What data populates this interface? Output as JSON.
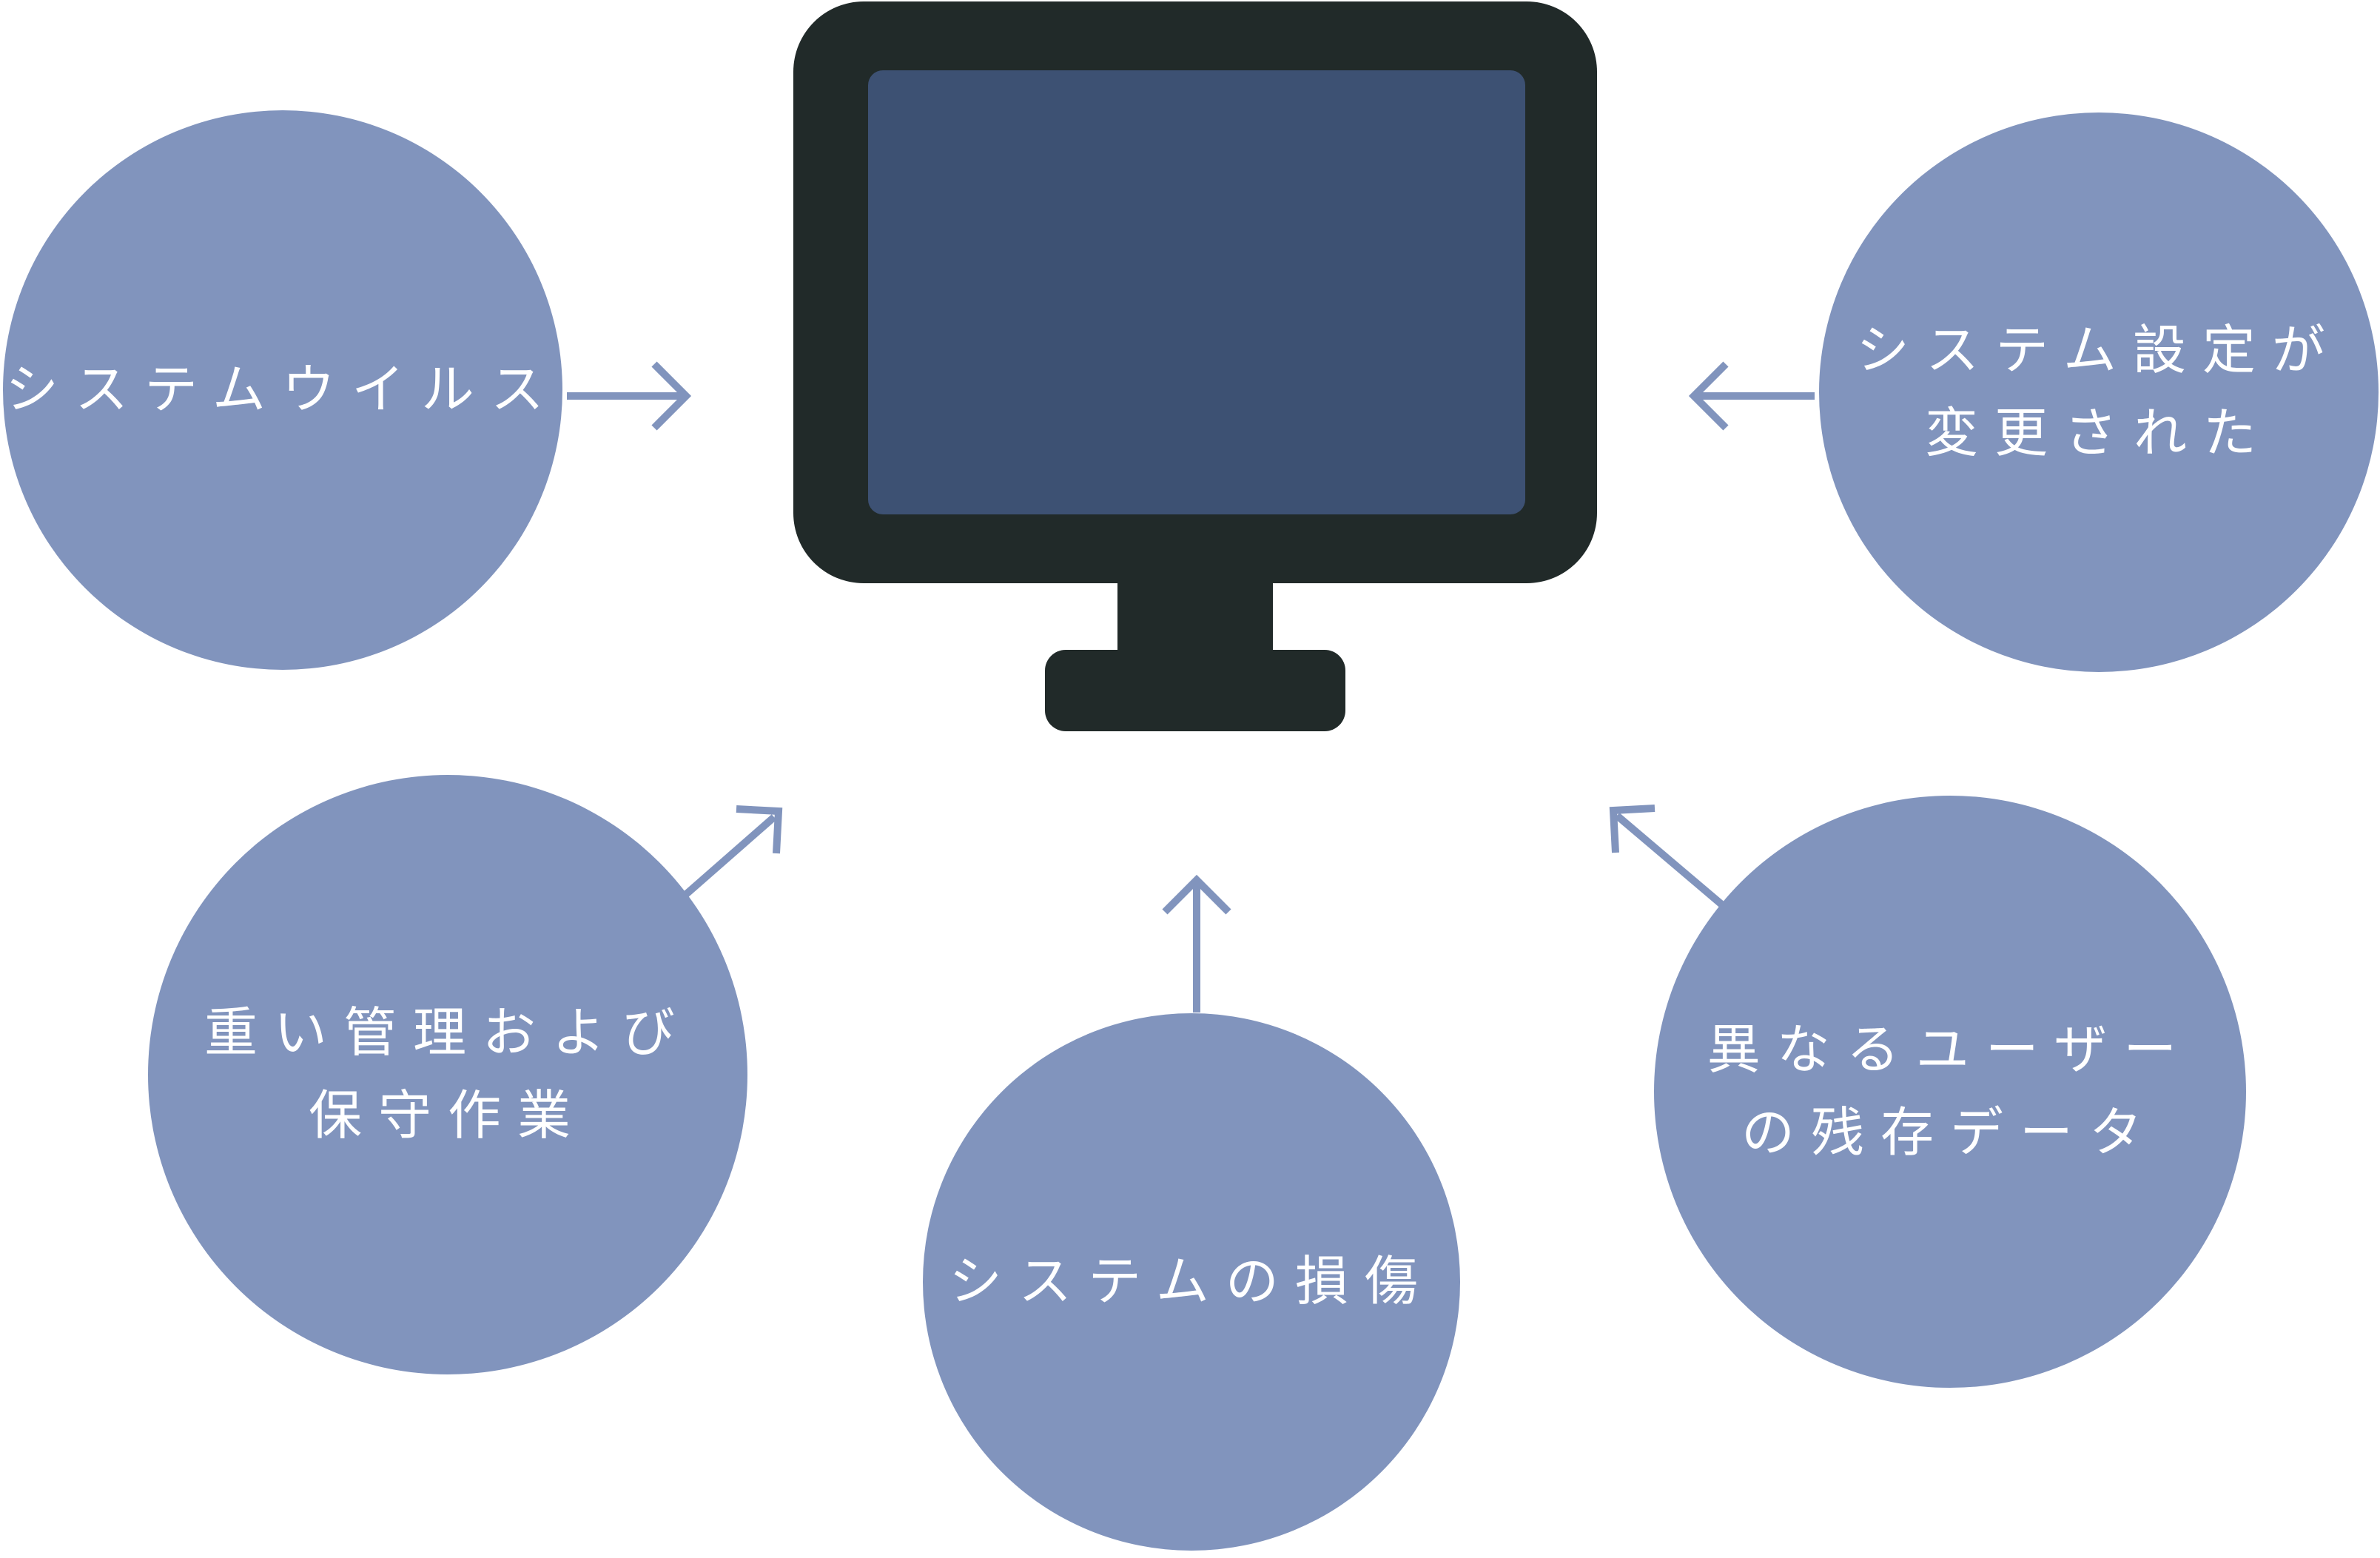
{
  "diagram": {
    "title_implicit": "",
    "center": {
      "icon": "monitor-icon"
    },
    "causes": [
      {
        "id": "system-virus",
        "position": "top-left",
        "label": "システムウイルス",
        "arrow_direction": "right"
      },
      {
        "id": "settings-changed",
        "position": "top-right",
        "label": "システム設定が\n変更された",
        "arrow_direction": "left"
      },
      {
        "id": "heavy-admin",
        "position": "bottom-left",
        "label": "重い管理および\n保守作業",
        "arrow_direction": "up-right"
      },
      {
        "id": "system-damage",
        "position": "bottom-center",
        "label": "システムの損傷",
        "arrow_direction": "up"
      },
      {
        "id": "residual-data",
        "position": "bottom-right",
        "label": "異なるユーザー\nの残存データ",
        "arrow_direction": "up-left"
      }
    ],
    "colors": {
      "circle": "#8194BD",
      "arrow": "#8194BD",
      "monitor_frame": "#212A29",
      "monitor_screen": "#3D5173",
      "text": "#FFFFFF",
      "background": "#FFFFFF"
    }
  }
}
